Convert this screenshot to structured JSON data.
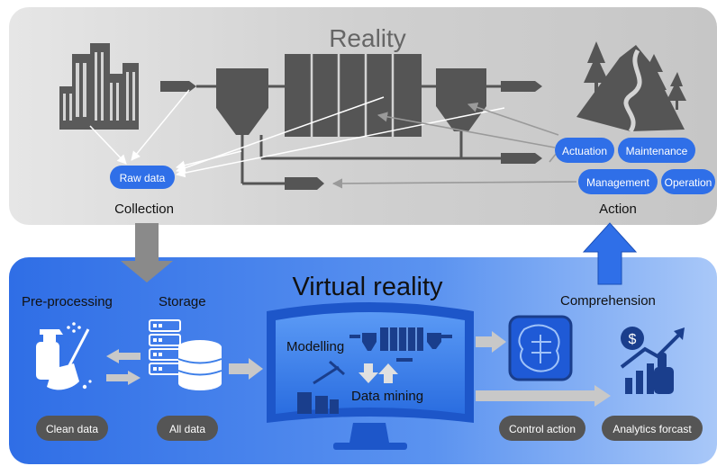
{
  "reality": {
    "title": "Reality",
    "raw_data": "Raw data",
    "collection": "Collection",
    "action": "Action",
    "actuation": "Actuation",
    "maintenance": "Maintenance",
    "management": "Management",
    "operation": "Operation"
  },
  "virtual": {
    "title": "Virtual reality",
    "pre_processing": "Pre-processing",
    "storage": "Storage",
    "comprehension": "Comprehension",
    "modelling": "Modelling",
    "data_mining": "Data mining",
    "clean_data": "Clean data",
    "all_data": "All data",
    "control_action": "Control action",
    "analytics_forecast": "Analytics forcast"
  },
  "colors": {
    "reality_bg": "#d4d4d4",
    "virtual_bg": "#3b7de8",
    "accent_blue": "#2f6fe8",
    "dark_gray": "#555555",
    "icon_gray": "#6b6b6b"
  }
}
